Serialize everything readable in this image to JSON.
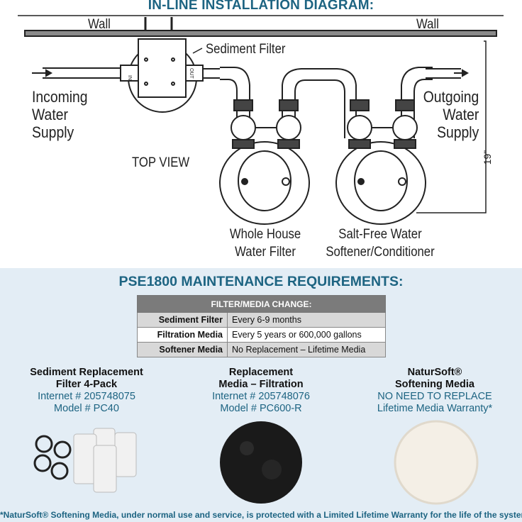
{
  "diagram": {
    "title": "IN-LINE INSTALLATION DIAGRAM:",
    "wall_left": "Wall",
    "wall_right": "Wall",
    "sediment_filter": "Sediment Filter",
    "incoming": [
      "Incoming",
      "Water",
      "Supply"
    ],
    "outgoing": [
      "Outgoing",
      "Water",
      "Supply"
    ],
    "top_view": "TOP VIEW",
    "dimension": "19\"",
    "in_label": "IN",
    "out_label": "OUT",
    "unit1": [
      "Whole House",
      "Water Filter"
    ],
    "unit2": [
      "Salt-Free Water",
      "Softener/Conditioner"
    ]
  },
  "maintenance": {
    "title": "PSE1800 MAINTENANCE REQUIREMENTS:",
    "header": "FILTER/MEDIA CHANGE:",
    "rows": [
      {
        "item": "Sediment Filter",
        "interval": "Every 6-9 months"
      },
      {
        "item": "Filtration Media",
        "interval": "Every 5 years or 600,000 gallons"
      },
      {
        "item": "Softener Media",
        "interval": "No Replacement – Lifetime Media"
      }
    ]
  },
  "products": [
    {
      "name1": "Sediment Replacement",
      "name2": "Filter 4-Pack",
      "line1": "Internet # 205748075",
      "line2": "Model # PC40"
    },
    {
      "name1": "Replacement",
      "name2": "Media – Filtration",
      "line1": "Internet # 205748076",
      "line2": "Model # PC600-R"
    },
    {
      "name1": "NaturSoft®",
      "name2": "Softening Media",
      "line1": "NO NEED TO REPLACE",
      "line2": "Lifetime Media Warranty*"
    }
  ],
  "footnote": "*NaturSoft® Softening Media, under normal use and service, is protected with a Limited Lifetime Warranty for the life of the system",
  "colors": {
    "accent": "#1d6482",
    "panel": "#e3edf5",
    "table_header": "#7b7b7b"
  }
}
